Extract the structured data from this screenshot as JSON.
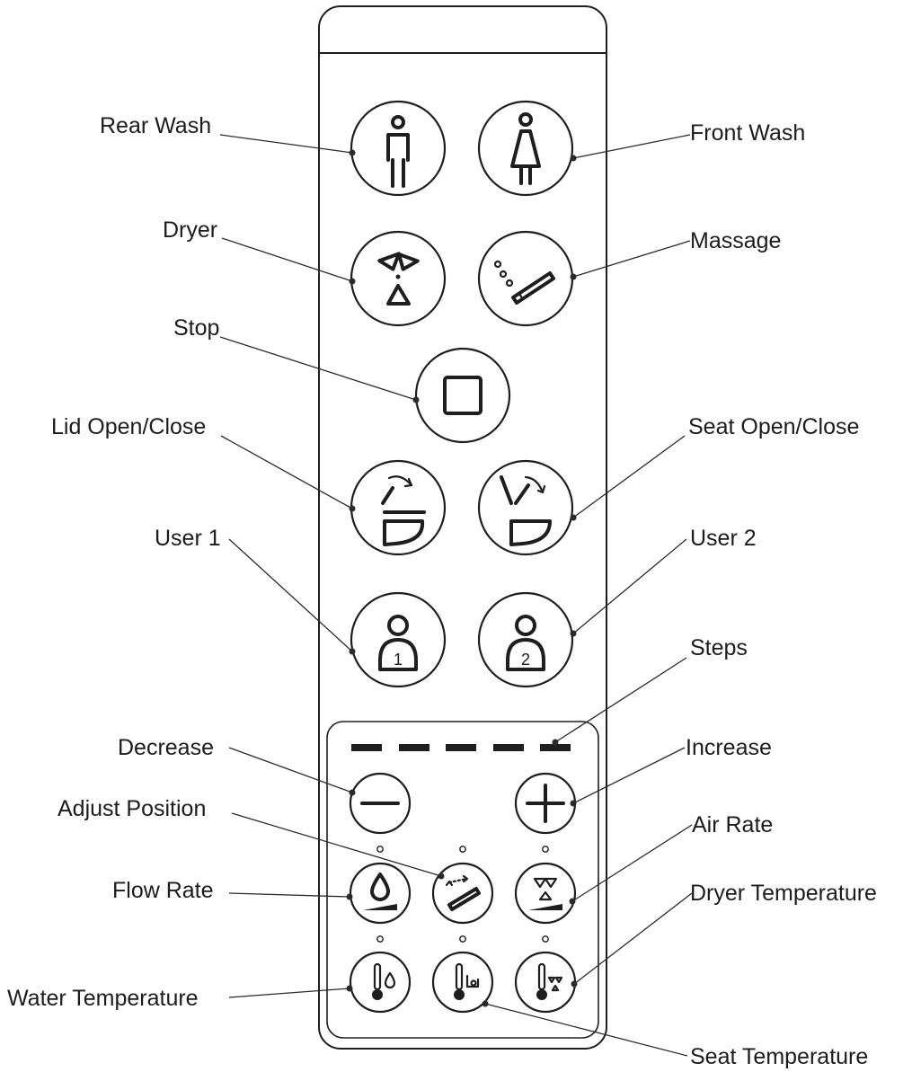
{
  "labels": {
    "rear_wash": "Rear Wash",
    "front_wash": "Front Wash",
    "dryer": "Dryer",
    "massage": "Massage",
    "stop": "Stop",
    "lid_open_close": "Lid Open/Close",
    "seat_open_close": "Seat Open/Close",
    "user_1": "User 1",
    "user_2": "User 2",
    "steps": "Steps",
    "decrease": "Decrease",
    "increase": "Increase",
    "adjust_position": "Adjust Position",
    "air_rate": "Air Rate",
    "flow_rate": "Flow Rate",
    "dryer_temperature": "Dryer Temperature",
    "water_temperature": "Water Temperature",
    "seat_temperature": "Seat Temperature"
  },
  "user_numbers": {
    "user_1": "1",
    "user_2": "2"
  },
  "step_levels": 5,
  "icons": [
    "person-icon",
    "woman-icon",
    "fan-icon",
    "massage-icon",
    "stop-icon",
    "lid-icon",
    "seat-icon",
    "user-icon",
    "minus-icon",
    "plus-icon",
    "water-drop-icon",
    "nozzle-icon",
    "thermometer-icon"
  ]
}
